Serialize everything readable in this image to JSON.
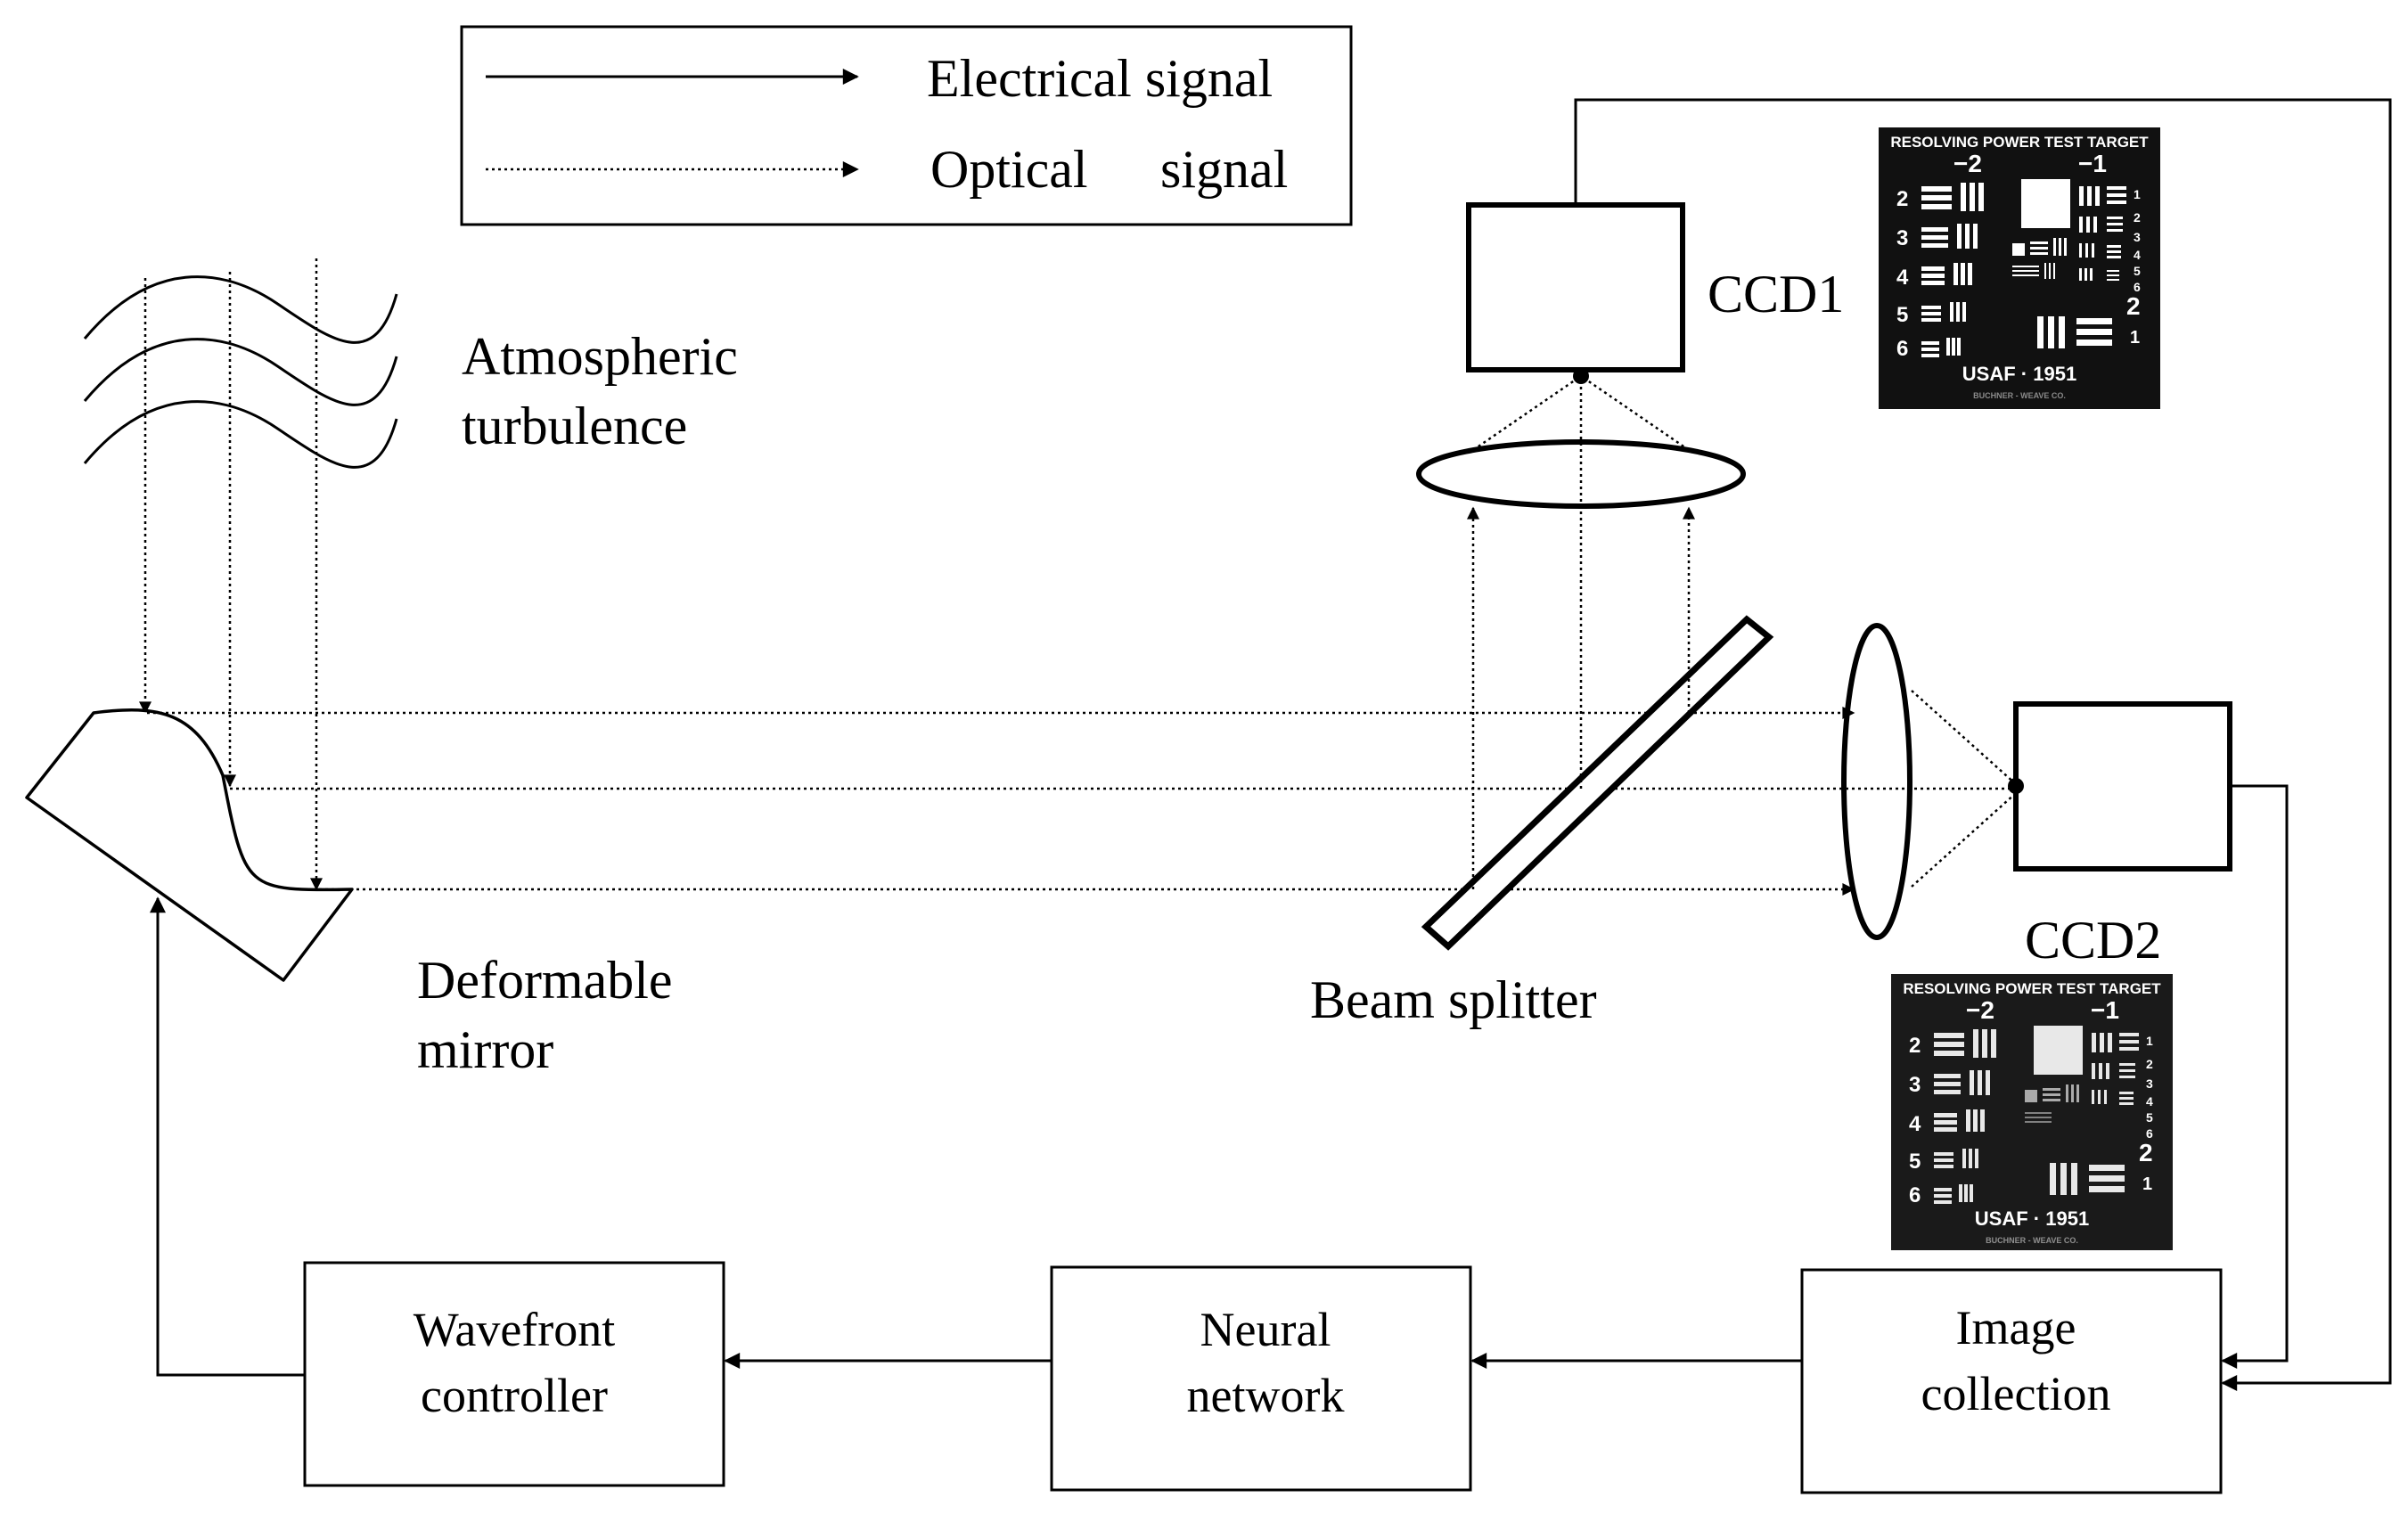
{
  "legend": {
    "electrical": "Electrical signal",
    "optical_word": "Optical",
    "optical_signal": "signal"
  },
  "labels": {
    "turbulence_line1": "Atmospheric",
    "turbulence_line2": "turbulence",
    "mirror_line1": "Deformable",
    "mirror_line2": "mirror",
    "beam_splitter": "Beam splitter",
    "ccd1": "CCD1",
    "ccd2": "CCD2"
  },
  "boxes": {
    "wavefront_line1": "Wavefront",
    "wavefront_line2": "controller",
    "neural_line1": "Neural",
    "neural_line2": "network",
    "image_line1": "Image",
    "image_line2": "collection"
  },
  "usaf_target": {
    "title": "RESOLVING POWER TEST TARGET",
    "group_neg2": "−2",
    "group_neg1": "−1",
    "footer": "USAF · 1951",
    "maker": "BUCHNER - WEAVE CO.",
    "left_numbers": [
      "2",
      "3",
      "4",
      "5",
      "6"
    ],
    "right_numbers": [
      "1",
      "2",
      "3",
      "4",
      "5",
      "6"
    ],
    "right_big": "2",
    "right_big2": "1"
  },
  "colors": {
    "ink": "#000000",
    "background": "#ffffff",
    "target_bg": "#111111"
  }
}
